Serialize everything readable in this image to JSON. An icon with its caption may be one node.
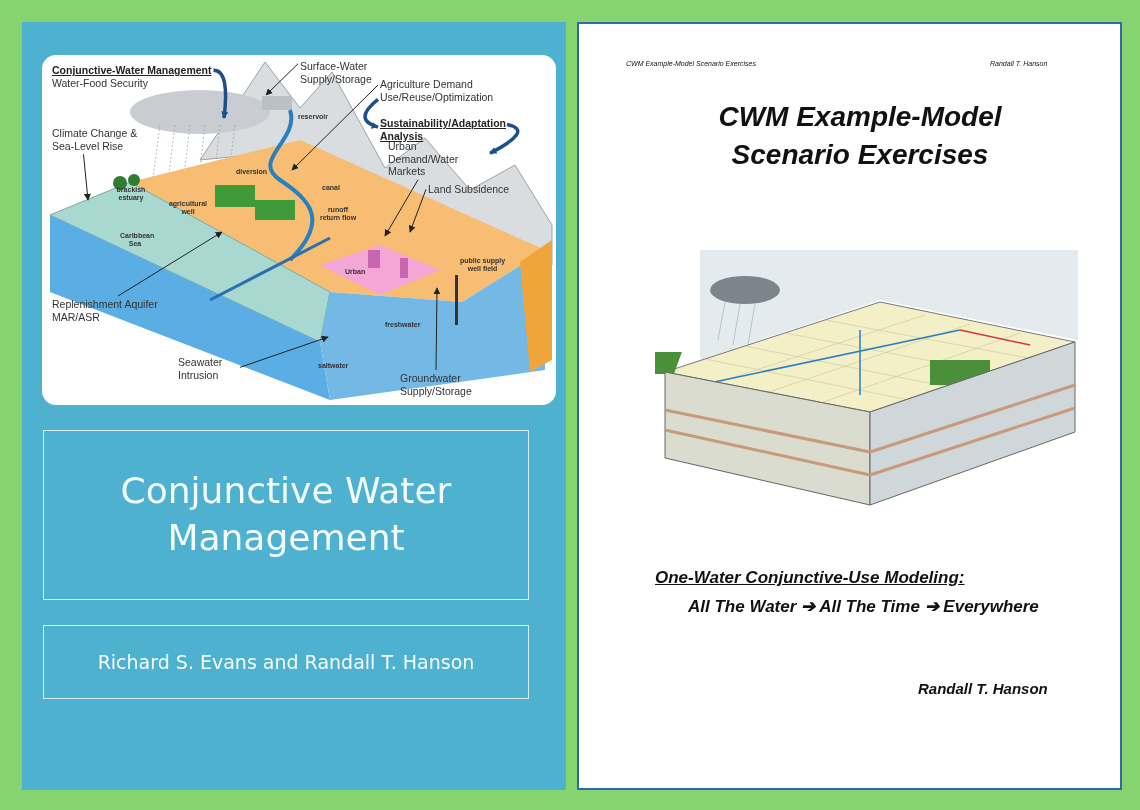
{
  "diagram": {
    "nodes": [
      {
        "text": [
          "Conjunctive-Water Management",
          "Water-Food Security"
        ]
      },
      {
        "text": [
          "Surface-Water Supply/Storage"
        ]
      },
      {
        "text": [
          "Agriculture Demand Use/Reuse/Optimization"
        ]
      },
      {
        "text": [
          "Sustainability/Adaptation Analysis"
        ]
      },
      {
        "text": [
          "Climate Change & Sea-Level Rise"
        ]
      },
      {
        "text": [
          "Urban Demand/Water Markets"
        ]
      },
      {
        "text": [
          "Land Subsidence"
        ]
      },
      {
        "text": [
          "Replenishment Aquifer MAR/ASR"
        ]
      },
      {
        "text": [
          "Seawater Intrusion"
        ]
      },
      {
        "text": [
          "Groundwater Supply/Storage"
        ]
      },
      {
        "text": [
          "Conjunctive Water Management"
        ]
      },
      {
        "text": [
          "Richard S. Evans and Randall T. Hanson"
        ]
      }
    ],
    "edges": [
      {
        "from": 0,
        "to": null,
        "arrow": "to",
        "style": "thick",
        "color": "#1f4e8c"
      },
      {
        "from": 1,
        "to": null,
        "arrow": "to"
      },
      {
        "from": 2,
        "to": null,
        "arrow": "to"
      },
      {
        "from": 2,
        "to": 3,
        "arrow": "to",
        "style": "thick",
        "color": "#1f4e8c"
      },
      {
        "from": 3,
        "to": 5,
        "arrow": "to",
        "style": "thick",
        "color": "#1f4e8c"
      },
      {
        "from": 4,
        "to": null,
        "arrow": "to"
      },
      {
        "from": 5,
        "to": null,
        "arrow": "to"
      },
      {
        "from": 6,
        "to": null,
        "arrow": "to"
      },
      {
        "from": 7,
        "to": null,
        "arrow": "to"
      },
      {
        "from": 8,
        "to": null,
        "arrow": "to"
      },
      {
        "from": 9,
        "to": null,
        "arrow": "to"
      }
    ],
    "labels": [
      "reservoir",
      "diversion",
      "canal",
      "brackish estuary",
      "agricultural well",
      "runoff return flow",
      "Caribbean Sea",
      "Urban",
      "public supply well field",
      "freshwater",
      "saltwater",
      "CWM Example-Model Scenario Exercises",
      "Randall T. Hanson",
      "CWM Example-Model Scenario Exercises",
      "One-Water Conjunctive-Use Modeling:",
      "All The Water ➔ All The Time ➔ Everywhere",
      "Randall T. Hanson"
    ]
  }
}
